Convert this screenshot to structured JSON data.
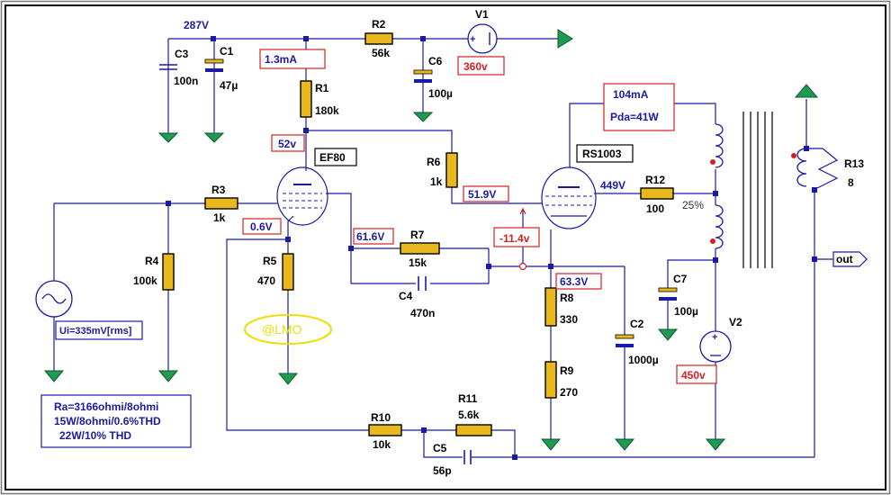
{
  "components": {
    "C3": {
      "name": "C3",
      "value": "100n"
    },
    "C1": {
      "name": "C1",
      "value": "47µ"
    },
    "R2": {
      "name": "R2",
      "value": "56k"
    },
    "C6": {
      "name": "C6",
      "value": "100µ"
    },
    "V1": {
      "name": "V1",
      "value": "360v"
    },
    "R1": {
      "name": "R1",
      "value": "180k"
    },
    "EF80": {
      "name": "EF80"
    },
    "R6": {
      "name": "R6",
      "value": "1k"
    },
    "RS1003": {
      "name": "RS1003"
    },
    "R12": {
      "name": "R12",
      "value": "100"
    },
    "R13": {
      "name": "R13",
      "value": "8"
    },
    "R3": {
      "name": "R3",
      "value": "1k"
    },
    "R4": {
      "name": "R4",
      "value": "100k"
    },
    "R5": {
      "name": "R5",
      "value": "470"
    },
    "R7": {
      "name": "R7",
      "value": "15k"
    },
    "C4": {
      "name": "C4",
      "value": "470n"
    },
    "R8": {
      "name": "R8",
      "value": "330"
    },
    "R9": {
      "name": "R9",
      "value": "270"
    },
    "C2": {
      "name": "C2",
      "value": "1000µ"
    },
    "C7": {
      "name": "C7",
      "value": "100µ"
    },
    "V2": {
      "name": "V2",
      "value": "450v"
    },
    "R10": {
      "name": "R10",
      "value": "10k"
    },
    "R11": {
      "name": "R11",
      "value": "5.6k"
    },
    "C5": {
      "name": "C5",
      "value": "56p"
    }
  },
  "voltages": {
    "v287": "287V",
    "i_r1": "1.3mA",
    "v_ef80_anode": "52v",
    "v_ef80_cathode": "0.6V",
    "v_ef80_g2": "61.6V",
    "v_rs_grid": "51.9V",
    "v_rs_bias": "-11.4v",
    "v_rs_anode": "449V",
    "v_rs_cathode": "63.3V",
    "i_rs": "104mA",
    "p_rs": "Pda=41W"
  },
  "notes": {
    "tap": "25%",
    "out": "out",
    "source": "Ui=335mV[rms]",
    "watermark": "@LMO",
    "spec": [
      "Ra=3166ohmi/8ohmi",
      "15W/8ohmi/0.6%THD",
      "22W/10% THD"
    ]
  },
  "colors": {
    "wire": "#1a1aa6",
    "resistor": "#e8b81c",
    "ground": "#1f9a52",
    "annotation_red": "#d42020",
    "watermark": "#e8e000"
  }
}
